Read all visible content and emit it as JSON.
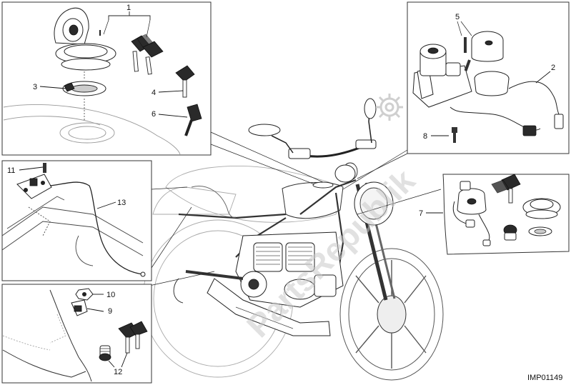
{
  "callouts": {
    "c1": "1",
    "c2": "2",
    "c3": "3",
    "c4": "4",
    "c5": "5",
    "c6": "6",
    "c7": "7",
    "c8": "8",
    "c9": "9",
    "c10": "10",
    "c11": "11",
    "c12": "12",
    "c13": "13"
  },
  "watermark": "PartsRepublik",
  "image_code": "IMP01149"
}
